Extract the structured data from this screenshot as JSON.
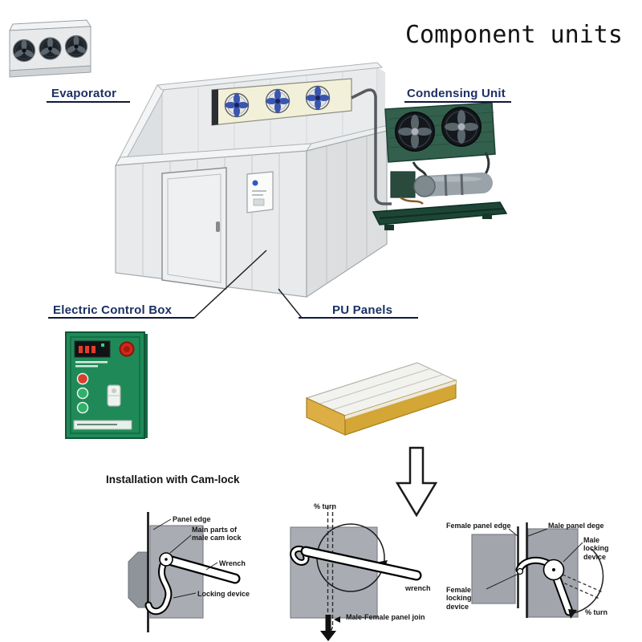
{
  "title": "Component units",
  "labels": {
    "evaporator": "Evaporator",
    "condensing_unit": "Condensing Unit",
    "electric_control_box": "Electric Control Box",
    "pu_panels": "PU Panels"
  },
  "installation": {
    "heading": "Installation with Cam-lock",
    "step1": {
      "panel_edge": "Panel edge",
      "main_parts": "Main parts of male cam lock",
      "wrench": "Wrench",
      "locking_device": "Locking device"
    },
    "step2": {
      "quarter_turn": "% turn",
      "wrench": "wrench",
      "panel_join": "Male-Female panel join"
    },
    "step3": {
      "female_panel_edge": "Female panel edge",
      "male_panel_edge": "Male panel dege",
      "male_locking_device": "Male locking device",
      "female_locking_device": "Female locking device",
      "quarter_turn": "% turn"
    }
  },
  "colors": {
    "label_blue": "#1c3064",
    "cabinet_green": "#1f8a58",
    "pu_panel_yellow": "#d3a636",
    "condenser_green": "#33604d"
  }
}
